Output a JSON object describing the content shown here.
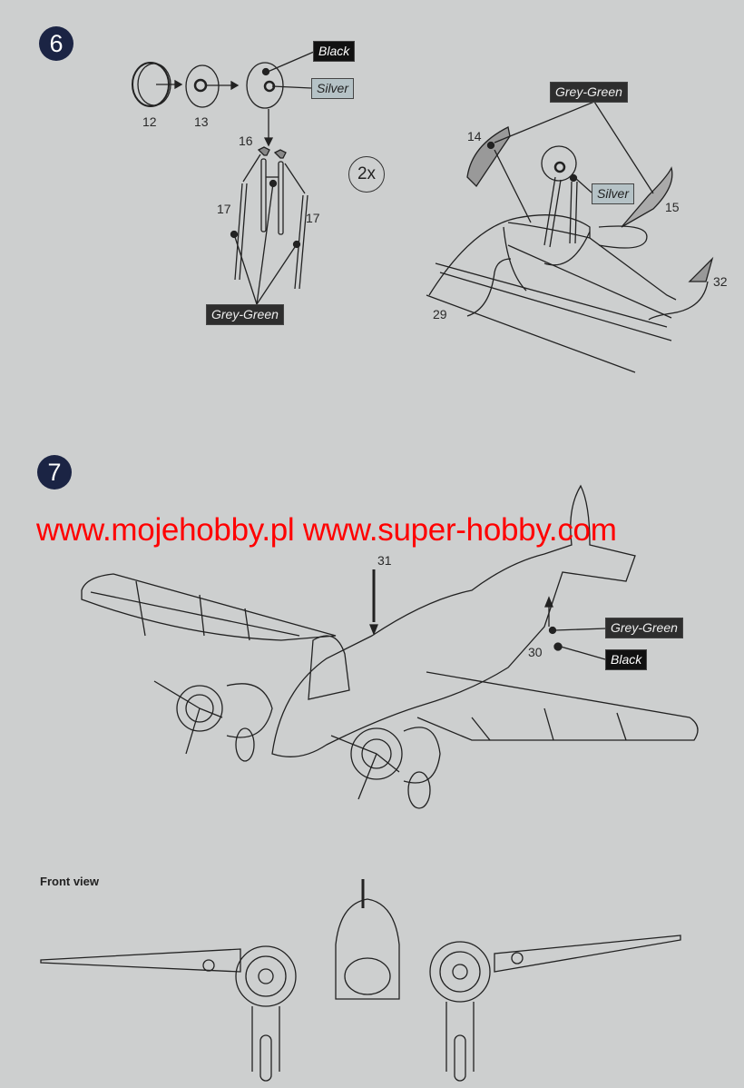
{
  "steps": [
    {
      "number": "6",
      "left_parts": {
        "p12": "12",
        "p13": "13",
        "p16": "16",
        "p17a": "17",
        "p17b": "17"
      },
      "multiplier": "2x",
      "colors": {
        "black": "Black",
        "silver": "Silver",
        "grey_green": "Grey-Green"
      },
      "right_parts": {
        "p14": "14",
        "p15": "15",
        "p29": "29",
        "p32": "32"
      },
      "right_colors": {
        "grey_green": "Grey-Green",
        "silver": "Silver"
      }
    },
    {
      "number": "7",
      "parts": {
        "p31": "31",
        "p30": "30"
      },
      "colors": {
        "grey_green": "Grey-Green",
        "black": "Black"
      },
      "front_view_label": "Front view"
    }
  ],
  "watermark": "www.mojehobby.pl www.super-hobby.com",
  "palette": {
    "badge": "#1b2444",
    "watermark": "#ff0000",
    "paper": "#cdcfcf"
  }
}
